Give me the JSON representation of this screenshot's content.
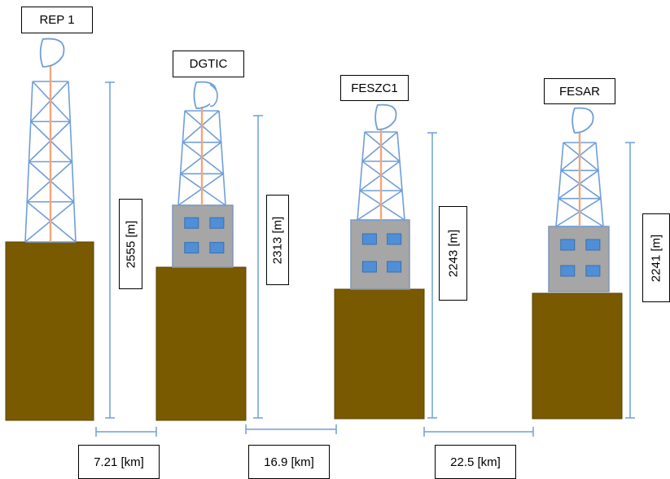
{
  "colors": {
    "ground": "#7a5a00",
    "ground_stroke": "#5a4100",
    "tower": "#6f9fd8",
    "cable": "#f4a57a",
    "building": "#a6a6a6",
    "building_stroke": "#7f97b8",
    "window": "#4f8fd8",
    "dimension": "#6f9fd8"
  },
  "stations": [
    {
      "name": "REP 1",
      "height_label": "2555 [m]",
      "has_building": false
    },
    {
      "name": "DGTIC",
      "height_label": "2313 [m]",
      "has_building": true
    },
    {
      "name": "FESZC1",
      "height_label": "2243 [m]",
      "has_building": true
    },
    {
      "name": "FESAR",
      "height_label": "2241 [m]",
      "has_building": true
    }
  ],
  "distances": [
    {
      "label": "7.21 [km]"
    },
    {
      "label": "16.9 [km]"
    },
    {
      "label": "22.5 [km]"
    }
  ]
}
